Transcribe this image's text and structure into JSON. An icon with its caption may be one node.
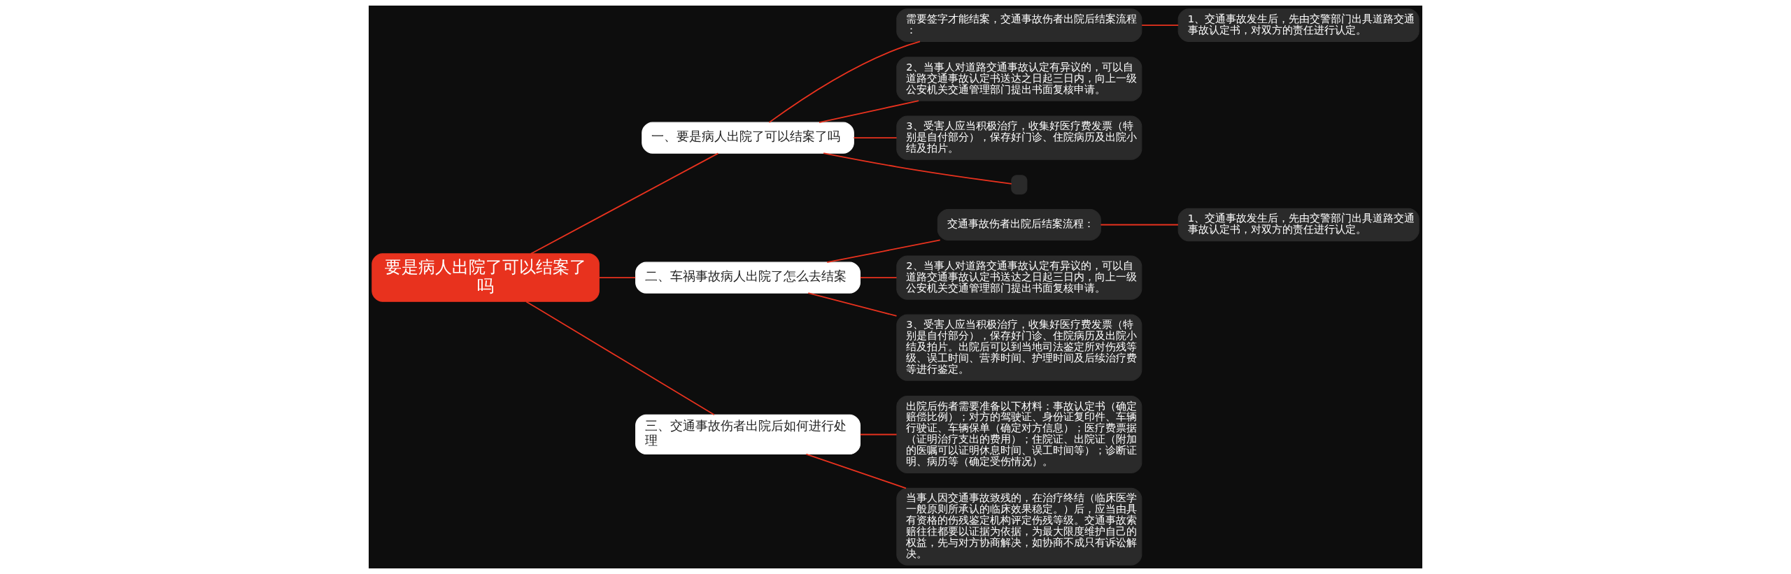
{
  "diagram": {
    "nodes": [
      {
        "text": [
          "要是病人出院了可以结案了吗"
        ]
      },
      {
        "text": [
          "一、要是病人出院了可以结案了吗"
        ]
      },
      {
        "text": [
          "需要签字才能结案，交通事故伤者出院后结案流程："
        ]
      },
      {
        "text": [
          "1、交通事故发生后，先由交警部门出具道路交通事故认定书，对双方的责任进行认定。"
        ]
      },
      {
        "text": [
          "2、当事人对道路交通事故认定有异议的，可以自道路交通事故认定书送达之日起三日内，向上一级公安机关交通管理部门提出书面复核申请。"
        ]
      },
      {
        "text": [
          "3、受害人应当积极治疗，收集好医疗费发票（特别是自付部分），保存好门诊、住院病历及出院小结及拍片。"
        ]
      },
      {
        "text": [],
        "shape": "box"
      },
      {
        "text": [
          "二、车祸事故病人出院了怎么去结案"
        ]
      },
      {
        "text": [
          "交通事故伤者出院后结案流程："
        ]
      },
      {
        "text": [
          "1、交通事故发生后，先由交警部门出具道路交通事故认定书，对双方的责任进行认定。"
        ]
      },
      {
        "text": [
          "2、当事人对道路交通事故认定有异议的，可以自道路交通事故认定书送达之日起三日内，向上一级公安机关交通管理部门提出书面复核申请。"
        ]
      },
      {
        "text": [
          "3、受害人应当积极治疗，收集好医疗费发票（特别是自付部分），保存好门诊、住院病历及出院小结及拍片。出院后可以到当地司法鉴定所对伤残等级、误工时间、营养时间、护理时间及后续治疗费等进行鉴定。"
        ]
      },
      {
        "text": [
          "三、交通事故伤者出院后如何进行处理"
        ]
      },
      {
        "text": [
          "出院后伤者需要准备以下材料：事故认定书（确定赔偿比例）；对方的驾驶证、身份证复印件、车辆行驶证、车辆保单（确定对方信息）；医疗费票据（证明治疗支出的费用）；住院证、出院证（附加的医嘱可以证明休息时间、误工时间等）；诊断证明、病历等（确定受伤情况）。"
        ]
      },
      {
        "text": [
          "当事人因交通事故致残的，在治疗终结（临床医学一般原则所承认的临床效果稳定。）后，应当由具有资格的伤残鉴定机构评定伤残等级。交通事故索赔往往都要以证据为依据，为最大限度维护自己的权益，先与对方协商解决，如协商不成只有诉讼解决。"
        ]
      }
    ],
    "edges": [
      {
        "from": 0,
        "to": 1,
        "arrow": "none"
      },
      {
        "from": 1,
        "to": 2,
        "arrow": "none"
      },
      {
        "from": 2,
        "to": 3,
        "arrow": "none"
      },
      {
        "from": 1,
        "to": 4,
        "arrow": "none"
      },
      {
        "from": 1,
        "to": 5,
        "arrow": "none"
      },
      {
        "from": 1,
        "to": 6,
        "arrow": "none"
      },
      {
        "from": 0,
        "to": 7,
        "arrow": "none"
      },
      {
        "from": 7,
        "to": 8,
        "arrow": "none"
      },
      {
        "from": 8,
        "to": 9,
        "arrow": "none"
      },
      {
        "from": 7,
        "to": 10,
        "arrow": "none"
      },
      {
        "from": 7,
        "to": 11,
        "arrow": "none"
      },
      {
        "from": 0,
        "to": 12,
        "arrow": "none"
      },
      {
        "from": 12,
        "to": 13,
        "arrow": "none"
      },
      {
        "from": 12,
        "to": 14,
        "arrow": "none"
      }
    ]
  }
}
